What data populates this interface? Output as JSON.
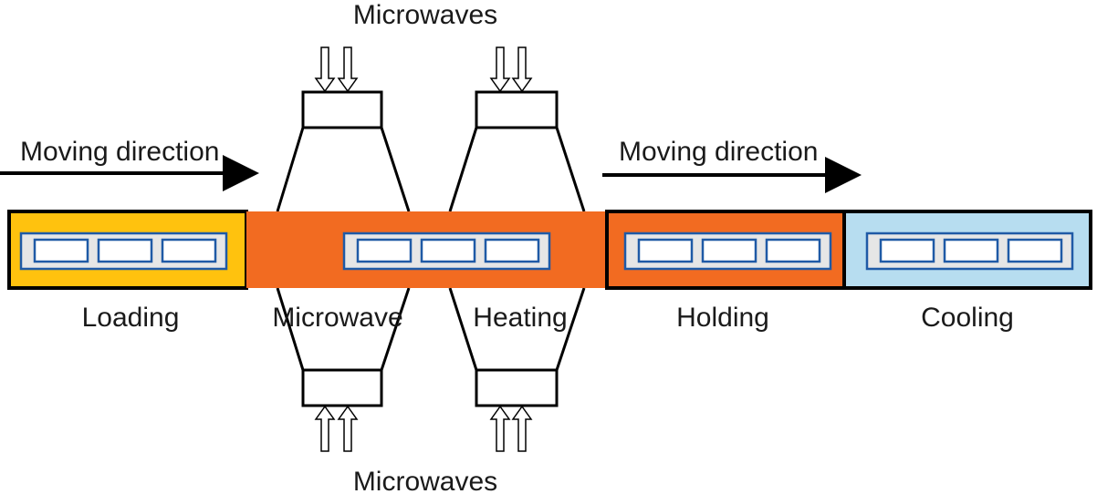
{
  "labels": {
    "microwaves_top": "Microwaves",
    "microwaves_bottom": "Microwaves",
    "moving_direction_left": "Moving direction",
    "moving_direction_right": "Moving direction",
    "loading": "Loading",
    "microwave": "Microwave",
    "heating": "Heating",
    "holding": "Holding",
    "cooling": "Cooling"
  },
  "colors": {
    "loading": "#FFC20E",
    "heating": "#F26B21",
    "holding": "#F26B21",
    "cooling": "#B7DDF0",
    "carrier_fill": "#E6E6E6",
    "carrier_stroke": "#1F5AA6"
  }
}
